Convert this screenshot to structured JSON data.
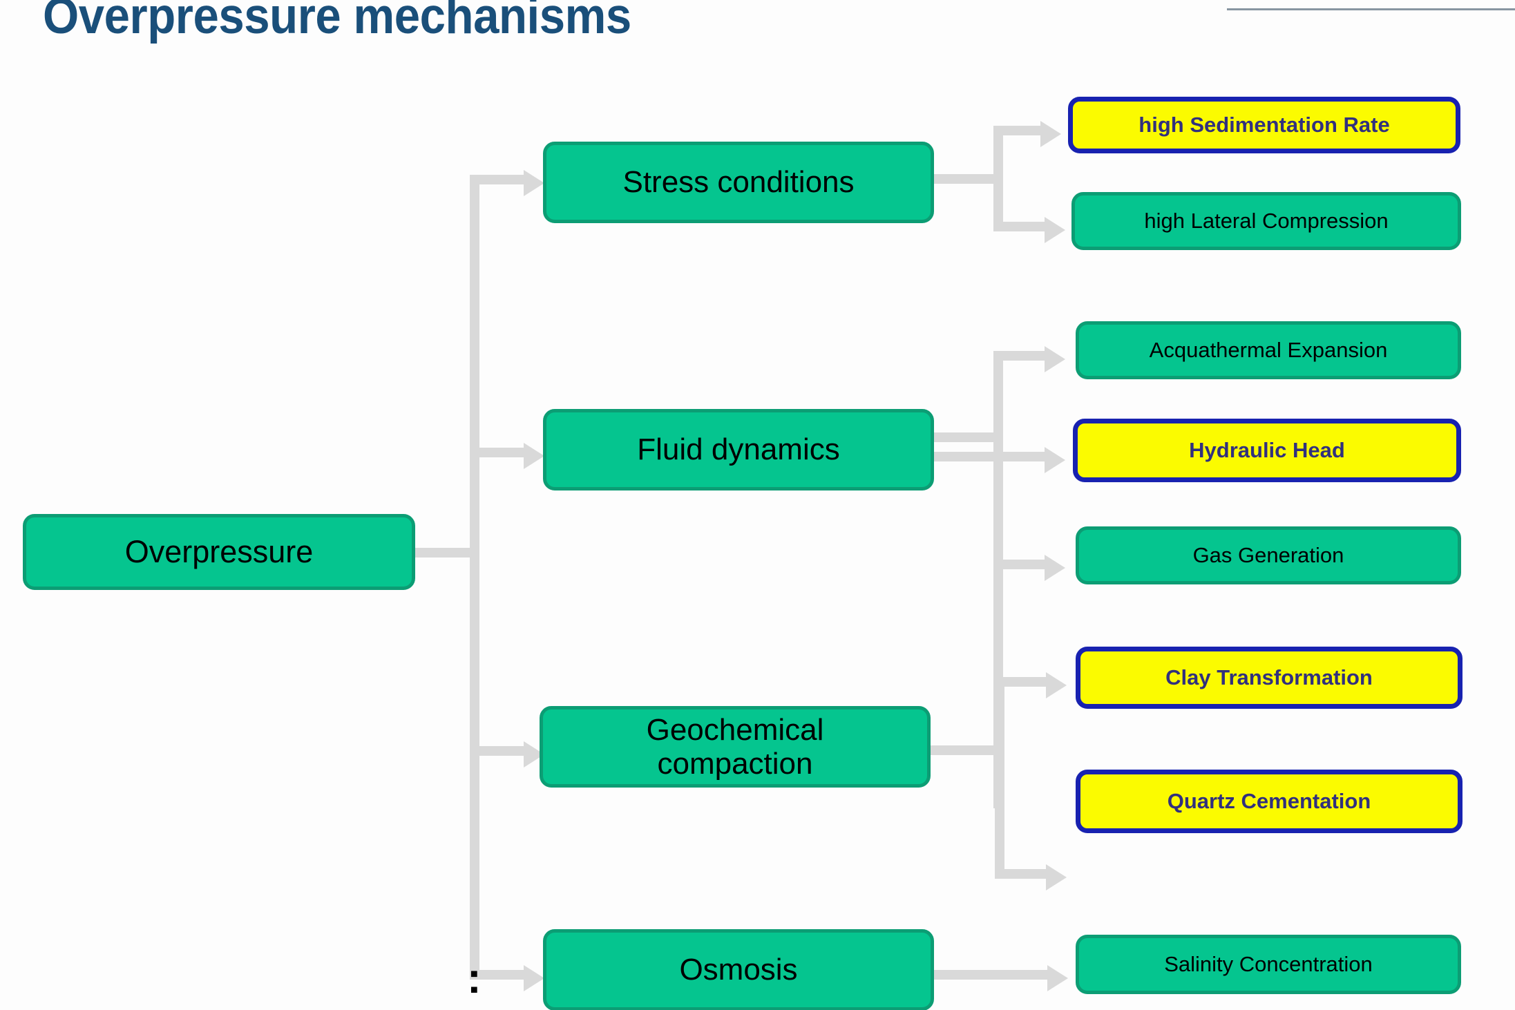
{
  "slide": {
    "title": "Overpressure mechanisms",
    "stray_glyph": ":"
  },
  "colors": {
    "title": "#1a4f7a",
    "green_fill": "#05c58f",
    "green_border": "#0c9d74",
    "yellow_fill": "#fbfb00",
    "yellow_border": "#1822b0",
    "yellow_text": "#31307e",
    "connector": "#d9d9d9",
    "rule": "#8795a1"
  },
  "root": {
    "label": "Overpressure",
    "style": "green"
  },
  "branches": [
    {
      "label": "Stress conditions",
      "style": "green",
      "children": [
        {
          "label": "high Sedimentation Rate",
          "style": "yellow"
        },
        {
          "label": "high Lateral Compression",
          "style": "green"
        }
      ]
    },
    {
      "label": "Fluid dynamics",
      "style": "green",
      "children": [
        {
          "label": "Acquathermal Expansion",
          "style": "green"
        },
        {
          "label": "Hydraulic Head",
          "style": "yellow"
        },
        {
          "label": "Gas Generation",
          "style": "green"
        }
      ]
    },
    {
      "label": "Geochemical\ncompaction",
      "label_line1": "Geochemical",
      "label_line2": "compaction",
      "style": "green",
      "children": [
        {
          "label": "Clay Transformation",
          "style": "yellow"
        },
        {
          "label": "Quartz Cementation",
          "style": "yellow"
        }
      ]
    },
    {
      "label": "Osmosis",
      "style": "green",
      "children": [
        {
          "label": "Salinity Concentration",
          "style": "green"
        }
      ]
    }
  ]
}
